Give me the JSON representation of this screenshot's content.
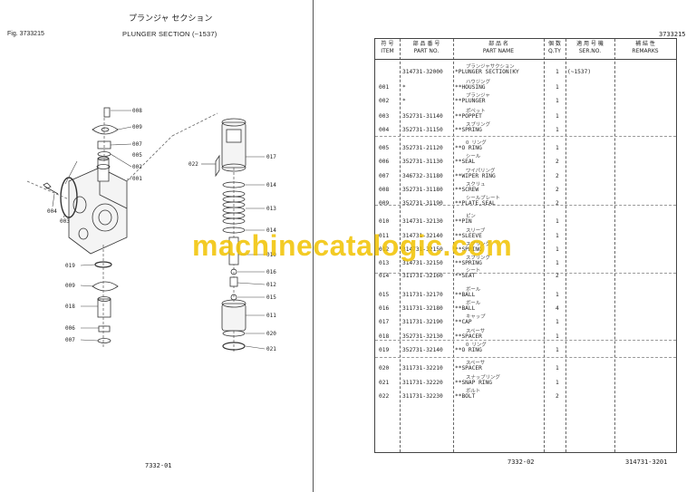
{
  "left_page": {
    "title_jp": "プランジャ セクション",
    "fig": "Fig. 3733215",
    "title_en": "PLUNGER SECTION (~1537)",
    "footer": "7332-01",
    "callouts": [
      "008",
      "009",
      "007",
      "002",
      "005",
      "001",
      "004",
      "003",
      "019",
      "009",
      "018",
      "006",
      "007",
      "022",
      "017",
      "014",
      "013",
      "014",
      "010",
      "016",
      "012",
      "015",
      "011",
      "020",
      "021"
    ]
  },
  "right_page": {
    "doc_no": "3733215",
    "headers": {
      "item_jp": "符 号",
      "item": "ITEM",
      "part_jp": "部 品 番 号",
      "part": "PART NO.",
      "name_jp": "部 品 名",
      "name": "PART NAME",
      "qty_jp": "個 数",
      "qty": "Q.TY",
      "ser_jp": "適 用 号 機",
      "ser": "SER.NO.",
      "rem_jp": "補 結 性",
      "rem": "REMARKS"
    },
    "rows": [
      {
        "item": "",
        "part": "314731-32000",
        "sub": "プランジャサクション",
        "name": "*PLUNGER SECTION(KY",
        "qty": "1",
        "ser": "(~1537)"
      },
      {
        "item": "001",
        "part": "*",
        "sub": "ハウジング",
        "name": "**HOUSING",
        "qty": "1",
        "ser": ""
      },
      {
        "item": "002",
        "part": "*",
        "sub": "プランジャ",
        "name": "**PLUNGER",
        "qty": "1",
        "ser": ""
      },
      {
        "item": "003",
        "part": "352731-31140",
        "sub": "ポペット",
        "name": "**POPPET",
        "qty": "1",
        "ser": ""
      },
      {
        "item": "004",
        "part": "352731-31150",
        "sub": "スプリング",
        "name": "**SPRING",
        "qty": "1",
        "ser": ""
      },
      {
        "item": "005",
        "part": "352731-21120",
        "sub": "O リング",
        "name": "**O RING",
        "qty": "1",
        "ser": ""
      },
      {
        "item": "006",
        "part": "352731-31130",
        "sub": "シール",
        "name": "**SEAL",
        "qty": "2",
        "ser": ""
      },
      {
        "item": "007",
        "part": "346732-31180",
        "sub": "ワイパリング",
        "name": "**WIPER RING",
        "qty": "2",
        "ser": ""
      },
      {
        "item": "008",
        "part": "352731-31180",
        "sub": "スクリュ",
        "name": "**SCREW",
        "qty": "2",
        "ser": ""
      },
      {
        "item": "009",
        "part": "352731-31190",
        "sub": "シールプレート",
        "name": "**PLATE,SEAL",
        "qty": "2",
        "ser": ""
      },
      {
        "item": "010",
        "part": "314731-32130",
        "sub": "ピン",
        "name": "**PIN",
        "qty": "1",
        "ser": ""
      },
      {
        "item": "011",
        "part": "314731-32140",
        "sub": "スリーブ",
        "name": "**SLEEVE",
        "qty": "1",
        "ser": ""
      },
      {
        "item": "012",
        "part": "314731-32150",
        "sub": "スプリング",
        "name": "**SPRING",
        "qty": "1",
        "ser": ""
      },
      {
        "item": "013",
        "part": "314731-32150",
        "sub": "スプリング",
        "name": "**SPRING",
        "qty": "1",
        "ser": ""
      },
      {
        "item": "014",
        "part": "311731-32160",
        "sub": "シート",
        "name": "**SEAT",
        "qty": "2",
        "ser": ""
      },
      {
        "item": "015",
        "part": "311731-32170",
        "sub": "ボール",
        "name": "**BALL",
        "qty": "1",
        "ser": ""
      },
      {
        "item": "016",
        "part": "311731-32180",
        "sub": "ボール",
        "name": "**BALL",
        "qty": "4",
        "ser": ""
      },
      {
        "item": "017",
        "part": "311731-32190",
        "sub": "キャップ",
        "name": "**CAP",
        "qty": "1",
        "ser": ""
      },
      {
        "item": "018",
        "part": "352731-32130",
        "sub": "スペーサ",
        "name": "**SPACER",
        "qty": "1",
        "ser": ""
      },
      {
        "item": "019",
        "part": "352731-32140",
        "sub": "O リング",
        "name": "**O RING",
        "qty": "1",
        "ser": ""
      },
      {
        "item": "020",
        "part": "311731-32210",
        "sub": "スペーサ",
        "name": "**SPACER",
        "qty": "1",
        "ser": ""
      },
      {
        "item": "021",
        "part": "311731-32220",
        "sub": "スナップリング",
        "name": "**SNAP RING",
        "qty": "1",
        "ser": ""
      },
      {
        "item": "022",
        "part": "311731-32230",
        "sub": "ボルト",
        "name": "**BOLT",
        "qty": "2",
        "ser": ""
      }
    ],
    "footer_center": "7332-02",
    "footer_right": "314731-3201"
  },
  "watermark": "machinecatalogic.com"
}
